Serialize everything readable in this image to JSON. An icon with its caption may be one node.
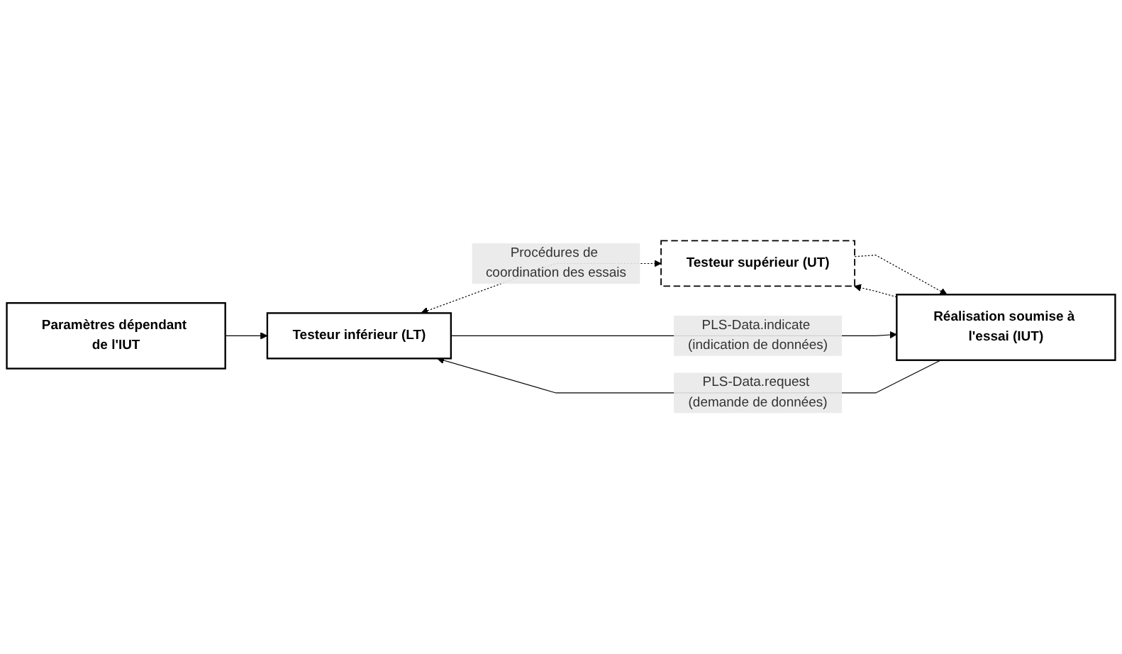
{
  "diagram": {
    "nodes": [
      {
        "text": [
          "Paramètres dépendant de l'IUT"
        ]
      },
      {
        "text": [
          "Testeur inférieur (LT)"
        ]
      },
      {
        "text": [
          "Testeur supérieur (UT)"
        ]
      },
      {
        "text": [
          "Réalisation soumise à l'essai (IUT)"
        ]
      }
    ],
    "edges": [
      {
        "from": 0,
        "to": 1,
        "arrow": "to"
      },
      {
        "from": 1,
        "to": 2,
        "arrow": "both",
        "style": "dashed",
        "label": "Procédures de coordination des essais"
      },
      {
        "from": 3,
        "to": 2,
        "arrow": "to",
        "style": "dashed"
      },
      {
        "from": 2,
        "to": 3,
        "arrow": "to",
        "style": "dashed"
      },
      {
        "from": 1,
        "to": 3,
        "arrow": "to",
        "label": "PLS-Data.indicate (indication de données)"
      },
      {
        "from": 3,
        "to": 1,
        "arrow": "to",
        "label": "PLS-Data.request (demande de données)"
      }
    ]
  }
}
